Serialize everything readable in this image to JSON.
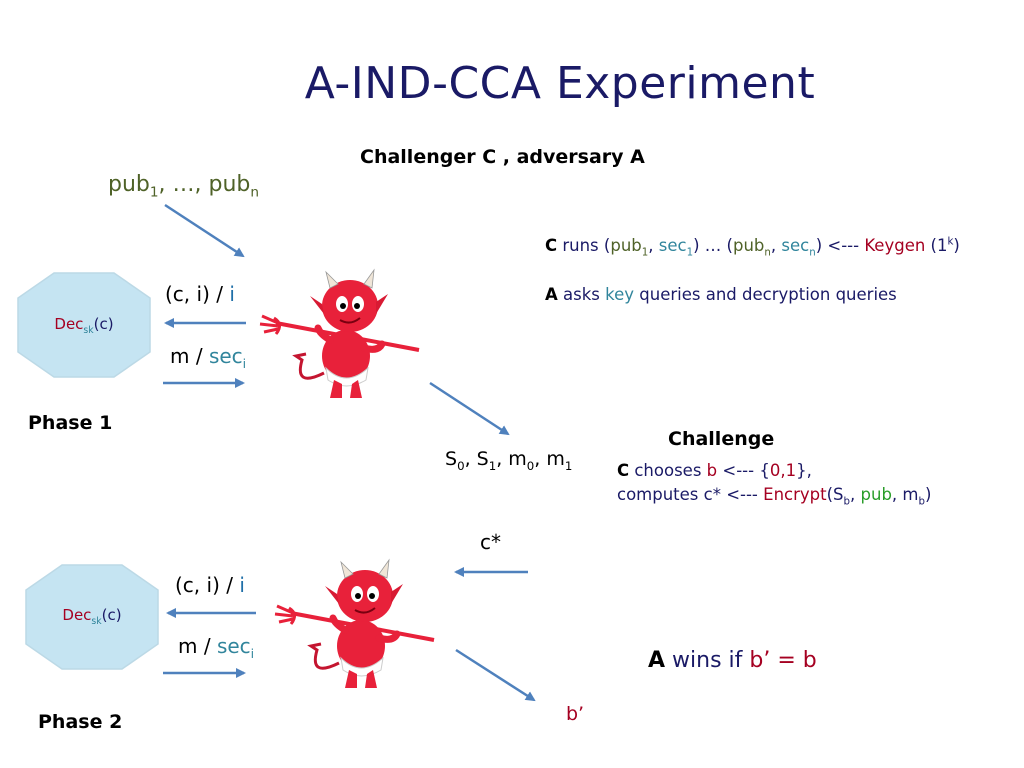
{
  "title": "A-IND-CCA Experiment",
  "participants": "Challenger C , adversary A",
  "pub_list": {
    "a": "pub",
    "a_sub": "1",
    "mid": ", …, pub",
    "b_sub": "n"
  },
  "phase1": {
    "label": "Phase 1",
    "dec_box": {
      "text": "Dec",
      "sub": "sk",
      "tail": "(c)"
    },
    "query_label": {
      "text": "(c, i) / ",
      "highlight": "i"
    },
    "answer_label": {
      "text": "m / ",
      "highlight": "sec",
      "sub": "i"
    }
  },
  "phase2": {
    "label": "Phase 2",
    "dec_box": {
      "text": "Dec",
      "sub": "sk",
      "tail": "(c)"
    },
    "query_label": {
      "text": "(c, i) / ",
      "highlight": "i"
    },
    "answer_label": {
      "text": "m / ",
      "highlight": "sec",
      "sub": "i"
    }
  },
  "notes": {
    "runs": {
      "c": "C",
      "runs_word": " runs (",
      "pub1": "pub",
      "pub1_sub": "1",
      "comma1": ", ",
      "sec1": "sec",
      "sec1_sub": "1",
      "mid": ") … (",
      "pubn": "pub",
      "pubn_sub": "n",
      "comma2": ", ",
      "secn": "sec",
      "secn_sub": "n",
      "arrow": ") <--- ",
      "keygen": "Keygen",
      "open": " (1",
      "sup": "k",
      "close": ")"
    },
    "asks": {
      "a": "A",
      "asks_word": " asks ",
      "key": "key",
      "rest": " queries and decryption queries"
    }
  },
  "challenge_msg": {
    "s0": "S",
    "s0_sub": "0",
    "sep1": ", S",
    "s1_sub": "1",
    "sep2": ", m",
    "m0_sub": "0",
    "sep3": ", m",
    "m1_sub": "1"
  },
  "challenge": {
    "title": "Challenge",
    "line1": {
      "c": "C",
      "chooses": " chooses ",
      "b": "b",
      "arrow": " <--- {",
      "set": "0,1",
      "close": "},",
      "comma": ""
    },
    "line2": {
      "computes": "computes c* <--- ",
      "encrypt": "Encrypt",
      "open": "(S",
      "sb_sub": "b",
      "comma1": ", ",
      "pub": "pub",
      "comma2": ", ",
      "mb": "m",
      "mb_sub": "b",
      "close": ")"
    }
  },
  "c_star": "c*",
  "win": {
    "a": "A",
    "wins": " wins if ",
    "cond": "b’ = b"
  },
  "b_prime": "b’",
  "colors": {
    "arrow": "#4f81bd",
    "octagon_fill": "#c5e4f2",
    "devil_red": "#e8213a",
    "title": "#1a1a66"
  }
}
